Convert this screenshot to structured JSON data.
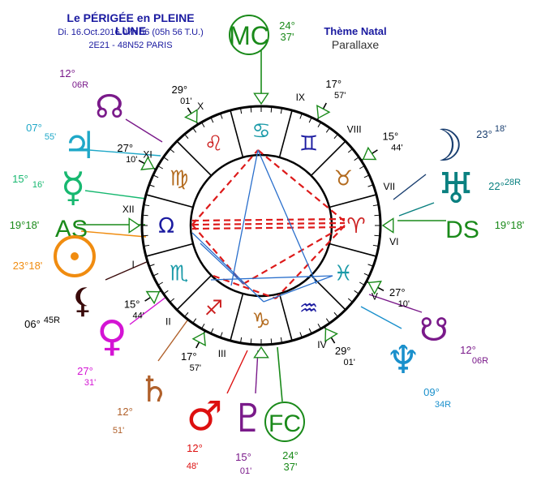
{
  "header": {
    "title": "Le PÉRIGÉE en PLEINE LUNE",
    "line1": "Di. 16.Oct.2016 07h 56 (05h 56 T.U.)",
    "line2": "2E21 - 48N52  PARIS",
    "right_title": "Thème Natal",
    "right_subtitle": "Parallaxe"
  },
  "colors": {
    "text_blue": "#1a1aa0",
    "zodiac_red": "#cc1f1f",
    "zodiac_blue": "#1a1aa0",
    "zodiac_earth": "#b36b1f",
    "zodiac_water": "#1a9aa8",
    "axis_green": "#1a8a1a",
    "sun": "#f08c10",
    "moon": "#1a3f70",
    "mercury": "#17b870",
    "venus": "#d414d4",
    "mars": "#dd1010",
    "jupiter": "#1fa8c8",
    "saturn": "#b0602a",
    "uranus": "#0a8080",
    "neptune": "#1a90cc",
    "pluto": "#7a1a8a",
    "node": "#7a1a8a",
    "lilith": "#3a0a0a"
  },
  "houses": [
    {
      "numeral": "I",
      "angle": 197
    },
    {
      "numeral": "II",
      "angle": 226
    },
    {
      "numeral": "III",
      "angle": 253
    },
    {
      "numeral": "IV",
      "angle": 297
    },
    {
      "numeral": "V",
      "angle": 328
    },
    {
      "numeral": "VI",
      "angle": 353
    },
    {
      "numeral": "VII",
      "angle": 17
    },
    {
      "numeral": "VIII",
      "angle": 46
    },
    {
      "numeral": "IX",
      "angle": 73
    },
    {
      "numeral": "X",
      "angle": 117
    },
    {
      "numeral": "XI",
      "angle": 148
    },
    {
      "numeral": "XII",
      "angle": 173
    }
  ],
  "signs": [
    {
      "glyph": "♈",
      "angle": 0,
      "color": "#cc1f1f"
    },
    {
      "glyph": "♉",
      "angle": 30,
      "color": "#b36b1f"
    },
    {
      "glyph": "♊",
      "angle": 60,
      "color": "#1a1aa0"
    },
    {
      "glyph": "♋",
      "angle": 90,
      "color": "#1a9aa8"
    },
    {
      "glyph": "♌",
      "angle": 120,
      "color": "#cc1f1f"
    },
    {
      "glyph": "♍",
      "angle": 150,
      "color": "#b36b1f"
    },
    {
      "glyph": "Ω",
      "angle": 180,
      "color": "#1a1aa0"
    },
    {
      "glyph": "♏",
      "angle": 210,
      "color": "#1a9aa8"
    },
    {
      "glyph": "♐",
      "angle": 240,
      "color": "#cc1f1f"
    },
    {
      "glyph": "♑",
      "angle": 270,
      "color": "#b36b1f"
    },
    {
      "glyph": "♒",
      "angle": 300,
      "color": "#1a1aa0"
    },
    {
      "glyph": "♓",
      "angle": 330,
      "color": "#1a9aa8"
    }
  ],
  "cusp_labels": [
    {
      "deg": "29°",
      "min": "01'",
      "angle": 122
    },
    {
      "deg": "17°",
      "min": "57'",
      "angle": 62
    },
    {
      "deg": "15°",
      "min": "44'",
      "angle": 33
    },
    {
      "deg": "27°",
      "min": "10'",
      "angle": 152
    },
    {
      "deg": "15°",
      "min": "44'",
      "angle": 213
    },
    {
      "deg": "17°",
      "min": "57'",
      "angle": 242
    },
    {
      "deg": "27°",
      "min": "10'",
      "angle": 332
    },
    {
      "deg": "29°",
      "min": "01'",
      "angle": 302
    }
  ],
  "axes": {
    "mc": {
      "label": "MC",
      "deg": "24°",
      "min": "37'"
    },
    "fc": {
      "label": "FC",
      "deg": "24°",
      "min": "37'"
    },
    "as": {
      "label": "AS",
      "value": "19°18'"
    },
    "ds": {
      "label": "DS",
      "value": "19°18'"
    }
  },
  "planets": [
    {
      "key": "node-north",
      "glyph": "☊",
      "deg": "12°",
      "min": "06R"
    },
    {
      "key": "jupiter",
      "glyph": "♃",
      "deg": "07°",
      "min": "55'"
    },
    {
      "key": "mercury",
      "glyph": "☿",
      "deg": "15°",
      "min": "16'"
    },
    {
      "key": "sun",
      "glyph": "☉",
      "value": "23°18'"
    },
    {
      "key": "lilith",
      "glyph": "⚸",
      "deg": "06°",
      "min": "45R"
    },
    {
      "key": "venus",
      "glyph": "♀",
      "deg": "27°",
      "min": "31'"
    },
    {
      "key": "saturn",
      "glyph": "♄",
      "deg": "12°",
      "min": "51'"
    },
    {
      "key": "mars",
      "glyph": "♂",
      "deg": "12°",
      "min": "48'"
    },
    {
      "key": "pluto",
      "glyph": "♇",
      "deg": "15°",
      "min": "01'"
    },
    {
      "key": "moon",
      "glyph": "☽",
      "deg": "23°",
      "min": "18'"
    },
    {
      "key": "uranus",
      "glyph": "♅",
      "deg": "22°",
      "min": "28R"
    },
    {
      "key": "node-south",
      "glyph": "☋",
      "deg": "12°",
      "min": "06R"
    },
    {
      "key": "neptune",
      "glyph": "♆",
      "deg": "09°",
      "min": "34R"
    }
  ]
}
